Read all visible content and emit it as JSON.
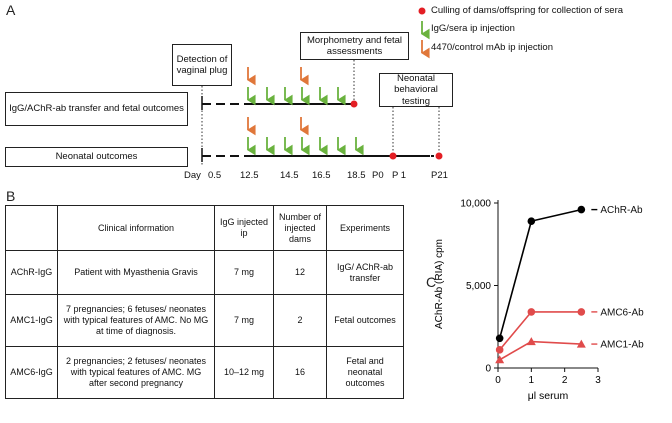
{
  "panels": {
    "a": "A",
    "b": "B",
    "c": "C"
  },
  "timeline": {
    "boxes": {
      "detection": "Detection of vaginal plug",
      "morphometry": "Morphometry and fetal assessments",
      "neonatal_testing": "Neonatal behavioral testing",
      "row1": "IgG/AChR-ab transfer and fetal outcomes",
      "row2": "Neonatal outcomes"
    },
    "legend": {
      "culling": "Culling of dams/offspring for collection of sera",
      "igg": "IgG/sera ip injection",
      "mab": "4470/control mAb ip injection"
    },
    "axis": {
      "day": "Day",
      "ticks": [
        "0.5",
        "12.5",
        "14.5",
        "16.5",
        "18.5",
        "P0",
        "P 1",
        "P21"
      ]
    },
    "colors": {
      "culling": "#e31e24",
      "igg": "#6ab23e",
      "mab": "#e0773a"
    }
  },
  "table": {
    "headers": [
      "",
      "Clinical information",
      "IgG injected ip",
      "Number of injected dams",
      "Experiments"
    ],
    "rows": [
      [
        "AChR-IgG",
        "Patient with Myasthenia Gravis",
        "7 mg",
        "12",
        "IgG/ AChR-ab transfer"
      ],
      [
        "AMC1-IgG",
        "7 pregnancies; 6 fetuses/ neonates with typical features of AMC. No MG at time of diagnosis.",
        "7 mg",
        "2",
        "Fetal outcomes"
      ],
      [
        "AMC6-IgG",
        "2 pregnancies; 2 fetuses/ neonates with typical features of AMC. MG after second pregnancy",
        "10–12 mg",
        "16",
        "Fetal and neonatal outcomes"
      ]
    ]
  },
  "chart_data": {
    "type": "line",
    "xlabel": "μl serum",
    "ylabel": "AChR-Ab (RIA) cpm",
    "xlim": [
      0,
      3
    ],
    "ylim": [
      0,
      10000
    ],
    "xticks": [
      "0",
      "1",
      "2",
      "3"
    ],
    "yticks": [
      "0",
      "5,000",
      "10,000"
    ],
    "series": [
      {
        "name": "AChR-Ab",
        "marker": "circle",
        "color": "#000000",
        "x": [
          0.05,
          1,
          2.5
        ],
        "y": [
          1800,
          8900,
          9600
        ]
      },
      {
        "name": "AMC6-Ab",
        "marker": "circle",
        "color": "#e04b4b",
        "x": [
          0.05,
          1,
          2.5
        ],
        "y": [
          1100,
          3400,
          3400
        ]
      },
      {
        "name": "AMC1-Ab",
        "marker": "triangle",
        "color": "#e04b4b",
        "x": [
          0.05,
          1,
          2.5
        ],
        "y": [
          500,
          1600,
          1450
        ]
      }
    ]
  }
}
